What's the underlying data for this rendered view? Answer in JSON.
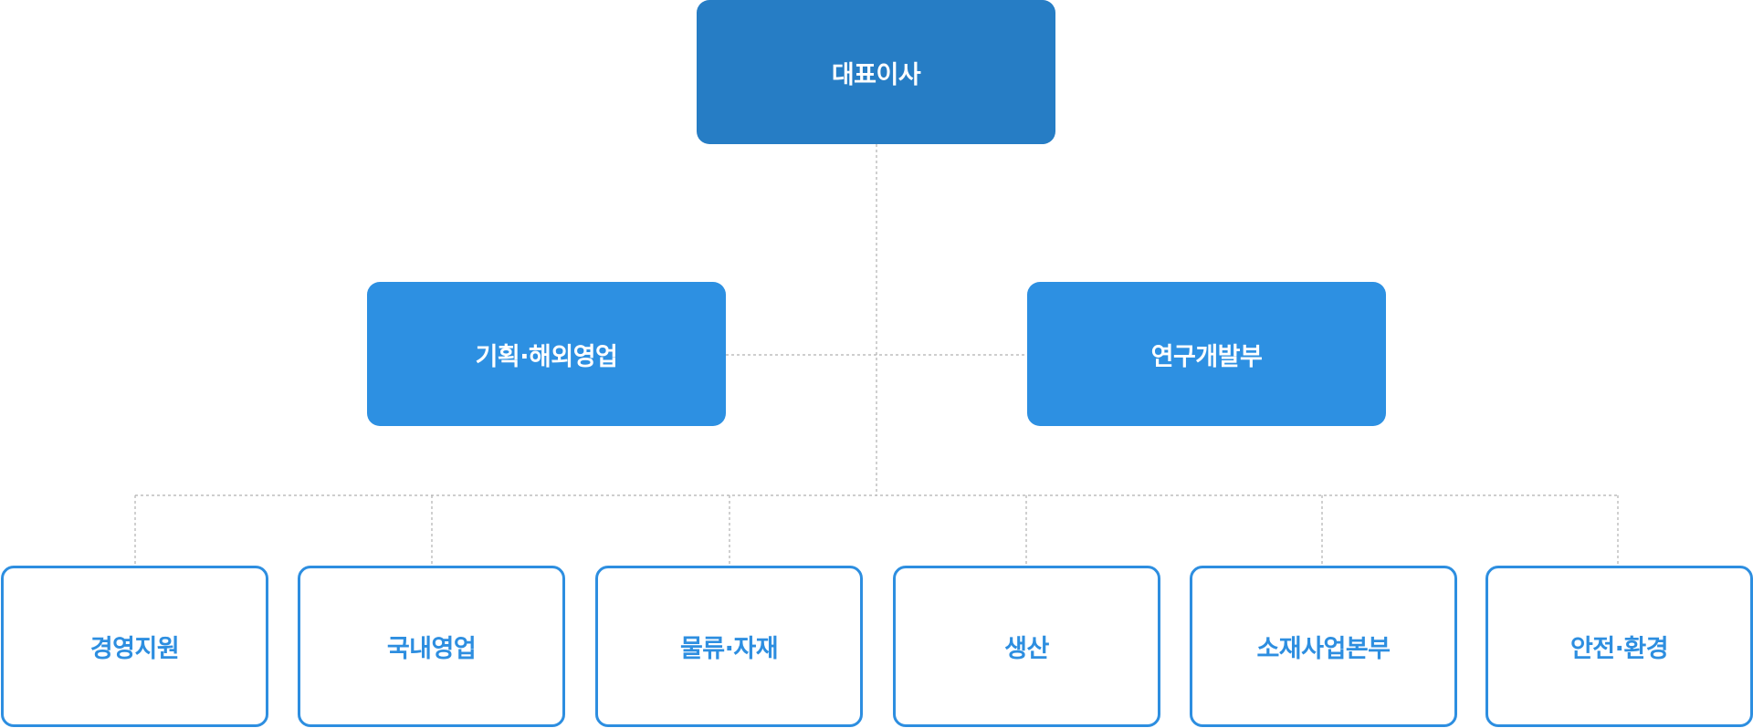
{
  "org_chart": {
    "ceo": {
      "label": "대표이사"
    },
    "divisions": [
      {
        "label": "기획·해외영업"
      },
      {
        "label": "연구개발부"
      }
    ],
    "departments": [
      {
        "label": "경영지원"
      },
      {
        "label": "국내영업"
      },
      {
        "label": "물류·자재"
      },
      {
        "label": "생산"
      },
      {
        "label": "소재사업본부"
      },
      {
        "label": "안전·환경"
      }
    ]
  },
  "colors": {
    "ceo_fill": "#267dc5",
    "division_fill": "#2d90e2",
    "department_border": "#2d8ee0",
    "department_text": "#2d8ee0",
    "connector_line": "#b0b0b0",
    "connector_marker_division": "#1d67a8",
    "connector_marker_department": "#2d8ee0"
  }
}
